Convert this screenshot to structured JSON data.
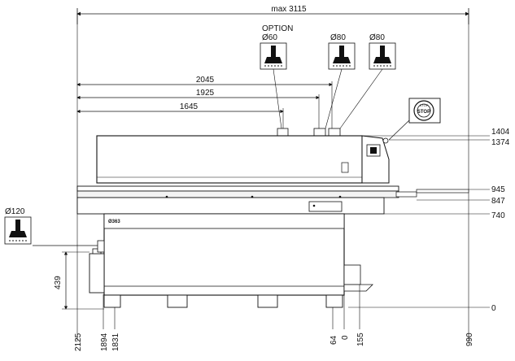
{
  "diagram": {
    "top_width": "max 3115",
    "horizontal_dims": [
      "2045",
      "1925",
      "1645"
    ],
    "height_dims_right": [
      "1404",
      "1374",
      "945",
      "847",
      "740",
      "0"
    ],
    "height_dim_left": "439",
    "bottom_dims": [
      "2125",
      "1894",
      "1831",
      "64",
      "0",
      "155",
      "990"
    ],
    "extraction": {
      "option_label": "OPTION",
      "option_diameter": "Ø60",
      "port_2": "Ø80",
      "port_3": "Ø80",
      "side_port": "Ø120"
    },
    "machine_label": "Ø363",
    "stop_button": {
      "top": "STOP",
      "bottom": "STOP"
    }
  }
}
